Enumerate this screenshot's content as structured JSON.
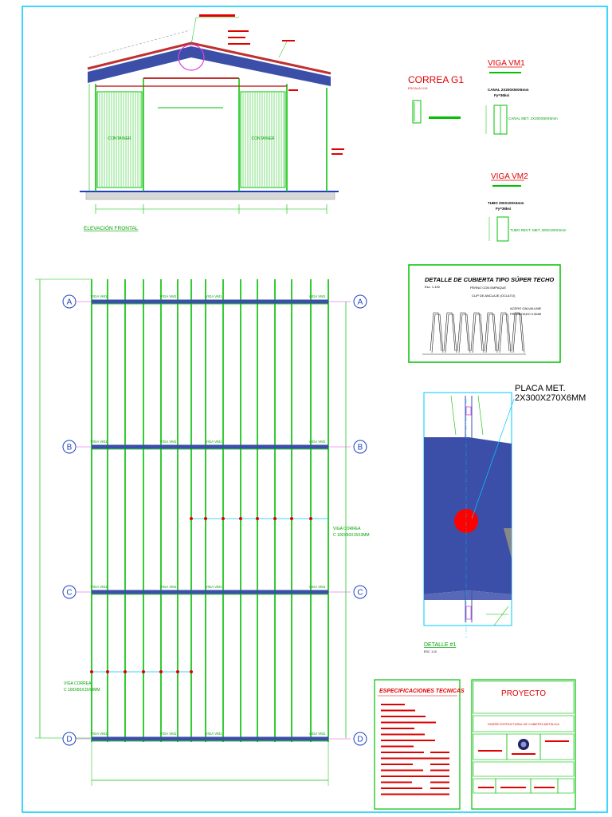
{
  "elevation": {
    "title": "ELEVACIÓN FRONTAL",
    "door_label": "CONTAINER"
  },
  "correa_g1": {
    "title": "CORREA G1",
    "scale": "ESCALA 1/10"
  },
  "viga_vm1": {
    "title": "VIGA VM1",
    "section": "CANAL 2X200X50X6mm",
    "fy": "Fy=36ksi",
    "note": "CANAL MET. 2X200X50X6mm"
  },
  "viga_vm2": {
    "title": "VIGA VM2",
    "section": "TUBO 200X100X4mm",
    "fy": "Fy=36ksi",
    "note": "TUBO RECT. MET. 200X100X4mm"
  },
  "plan": {
    "axes": [
      "A",
      "B",
      "C",
      "D"
    ],
    "beam_label": "VIGA VM1",
    "correa_note_top": "VIGA CORREA",
    "correa_note_bottom": "C 100X50X15X3MM"
  },
  "cubierta": {
    "title": "DETALLE DE CUBIERTA TIPO SÚPER TECHO",
    "scale": "Esc. 1:100",
    "note1": "PERNO CON EMPAQUE",
    "note2": "CLIP DE ANCLAJE (OCULTO)",
    "note3": "ACERO GALVALUME",
    "note4": "PREPINTADO 0.5MM"
  },
  "placa": {
    "line1": "PLACA MET.",
    "line2": "2X300X270X6MM"
  },
  "detalle1": {
    "title": "DETALLE #1",
    "scale": "ESC. 1:10"
  },
  "specs": {
    "title": "ESPECIFICACIONES TECNICAS"
  },
  "titleblock": {
    "project": "PROYECTO",
    "description": "DISEÑO ESTRUCTURAL DE CUBIERTA METÁLICA"
  },
  "colors": {
    "cad_green": "#00c000",
    "beam_blue": "#3b4fa8",
    "axis_blue": "#2040c0",
    "roof_red": "#c03030",
    "placa_red": "#ff0000",
    "magenta": "#e040e0"
  }
}
